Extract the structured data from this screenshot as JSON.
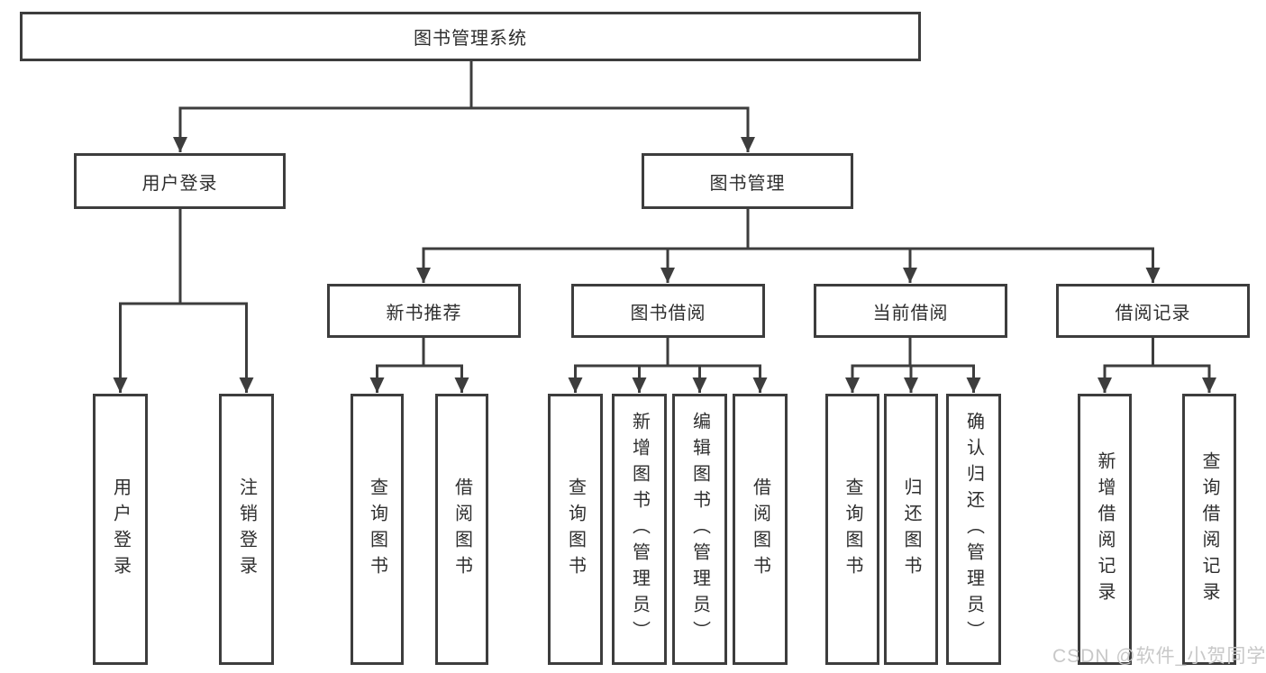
{
  "diagram_title": "图书管理系统",
  "nodes": {
    "root": {
      "label": "图书管理系统"
    },
    "user_login": {
      "label": "用户登录"
    },
    "book_mgmt": {
      "label": "图书管理"
    },
    "new_book_rec": {
      "label": "新书推荐"
    },
    "book_borrow": {
      "label": "图书借阅"
    },
    "current_borrow": {
      "label": "当前借阅"
    },
    "borrow_records": {
      "label": "借阅记录"
    },
    "ul_login": {
      "label": "用户登录"
    },
    "ul_logout": {
      "label": "注销登录"
    },
    "nb_query": {
      "label": "查询图书"
    },
    "nb_borrow": {
      "label": "借阅图书"
    },
    "bb_query": {
      "label": "查询图书"
    },
    "bb_add": {
      "label": "新增图书（管理员）"
    },
    "bb_edit": {
      "label": "编辑图书（管理员）"
    },
    "bb_borrow": {
      "label": "借阅图书"
    },
    "cb_query": {
      "label": "查询图书"
    },
    "cb_return": {
      "label": "归还图书"
    },
    "cb_confirm": {
      "label": "确认归还（管理员）"
    },
    "br_add": {
      "label": "新增借阅记录"
    },
    "br_query": {
      "label": "查询借阅记录"
    }
  },
  "hierarchy": {
    "图书管理系统": {
      "用户登录": [
        "用户登录",
        "注销登录"
      ],
      "图书管理": {
        "新书推荐": [
          "查询图书",
          "借阅图书"
        ],
        "图书借阅": [
          "查询图书",
          "新增图书（管理员）",
          "编辑图书（管理员）",
          "借阅图书"
        ],
        "当前借阅": [
          "查询图书",
          "归还图书",
          "确认归还（管理员）"
        ],
        "借阅记录": [
          "新增借阅记录",
          "查询借阅记录"
        ]
      }
    }
  },
  "watermark": {
    "text": "CSDN @软件_小贺同学"
  },
  "colors": {
    "line": "#3d3d3d",
    "box_border": "#3d3d3d",
    "text": "#2e2e2e",
    "watermark": "#c8c8c8",
    "background": "#ffffff"
  }
}
